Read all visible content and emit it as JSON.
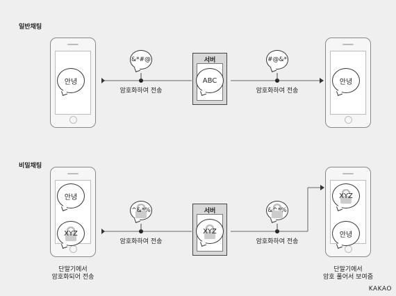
{
  "normal": {
    "title": "일반채팅",
    "sender_message": "안녕",
    "encrypted_out": "&*#@",
    "encrypt_caption_left": "암호화하여 전송",
    "server_label": "서버",
    "server_content": "ABC",
    "encrypted_in": "#@&*",
    "encrypt_caption_right": "암호화하여 전송",
    "receiver_message": "안녕"
  },
  "secret": {
    "title": "비밀채팅",
    "sender_message": "안녕",
    "sender_encrypted": "XYZ",
    "encrypted_out": "^&*%",
    "encrypt_caption_left": "암호화하여 전송",
    "server_label": "서버",
    "server_content": "XYZ",
    "encrypted_in": "&^*%",
    "encrypt_caption_right": "암호화하여 전송",
    "receiver_encrypted": "XYZ",
    "receiver_message": "안녕",
    "sender_note_line1": "단말기에서",
    "sender_note_line2": "암호화되어 전송",
    "receiver_note_line1": "단말기에서",
    "receiver_note_line2": "암호 풀어서 보여줌"
  },
  "credit": "KAKAO"
}
